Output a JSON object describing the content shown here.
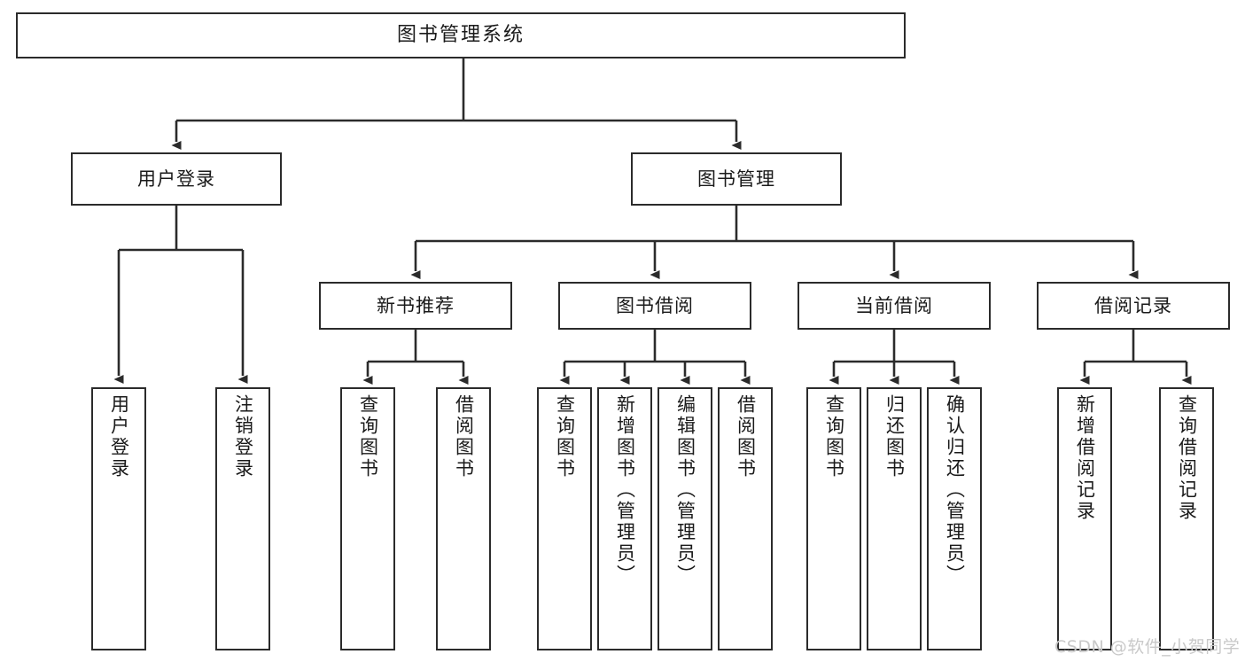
{
  "diagram": {
    "type": "tree",
    "title": "图书管理系统",
    "watermark": "CSDN @软件_小贺同学",
    "colors": {
      "box_border": "#2b2b2b",
      "box_fill": "#ffffff",
      "connector": "#2b2b2b",
      "text": "#1a1a1a",
      "watermark": "#c9c9c9",
      "background": "#ffffff"
    },
    "root": {
      "label": "图书管理系统",
      "name": "node-root-library-system"
    },
    "level2": [
      {
        "label": "用户登录",
        "name": "node-user-login"
      },
      {
        "label": "图书管理",
        "name": "node-book-management"
      }
    ],
    "level3": [
      {
        "label": "新书推荐",
        "name": "node-new-book-recommend"
      },
      {
        "label": "图书借阅",
        "name": "node-book-borrow"
      },
      {
        "label": "当前借阅",
        "name": "node-current-borrow"
      },
      {
        "label": "借阅记录",
        "name": "node-borrow-record"
      }
    ],
    "leaves": {
      "user_login": [
        {
          "label": "用户登录",
          "name": "leaf-user-login"
        },
        {
          "label": "注销登录",
          "name": "leaf-user-logout"
        }
      ],
      "new_book_recommend": [
        {
          "label": "查询图书",
          "name": "leaf-query-book-1"
        },
        {
          "label": "借阅图书",
          "name": "leaf-borrow-book-1"
        }
      ],
      "book_borrow": [
        {
          "label": "查询图书",
          "name": "leaf-query-book-2"
        },
        {
          "label": "新增图书（管理员）",
          "name": "leaf-add-book-admin"
        },
        {
          "label": "编辑图书（管理员）",
          "name": "leaf-edit-book-admin"
        },
        {
          "label": "借阅图书",
          "name": "leaf-borrow-book-2"
        }
      ],
      "current_borrow": [
        {
          "label": "查询图书",
          "name": "leaf-query-book-3"
        },
        {
          "label": "归还图书",
          "name": "leaf-return-book"
        },
        {
          "label": "确认归还（管理员）",
          "name": "leaf-confirm-return-admin"
        }
      ],
      "borrow_record": [
        {
          "label": "新增借阅记录",
          "name": "leaf-add-borrow-record"
        },
        {
          "label": "查询借阅记录",
          "name": "leaf-query-borrow-record"
        }
      ]
    }
  }
}
